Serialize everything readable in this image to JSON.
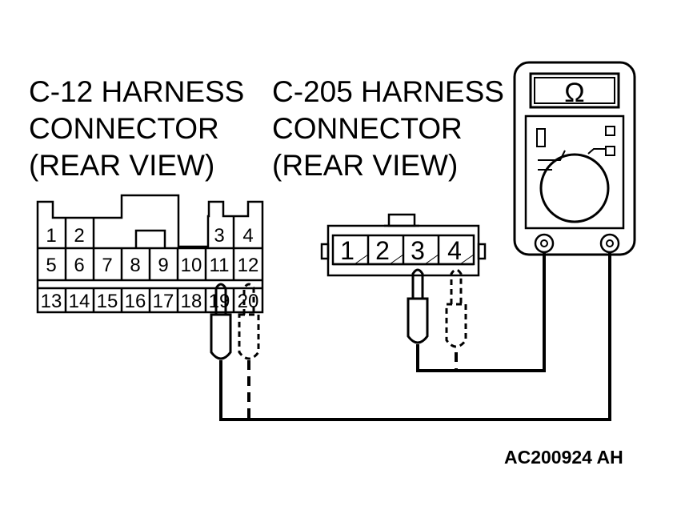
{
  "c12": {
    "caption_lines": [
      "C-12 HARNESS",
      "CONNECTOR",
      "(REAR VIEW)"
    ],
    "pins": [
      "1",
      "2",
      "3",
      "4",
      "5",
      "6",
      "7",
      "8",
      "9",
      "10",
      "11",
      "12",
      "13",
      "14",
      "15",
      "16",
      "17",
      "18",
      "19",
      "20"
    ]
  },
  "c205": {
    "caption_lines": [
      "C-205 HARNESS",
      "CONNECTOR",
      "(REAR VIEW)"
    ],
    "pins": [
      "1",
      "2",
      "3",
      "4"
    ]
  },
  "meter": {
    "symbol": "Ω",
    "icon": "ohmmeter-icon"
  },
  "figure_code": "AC200924 AH"
}
